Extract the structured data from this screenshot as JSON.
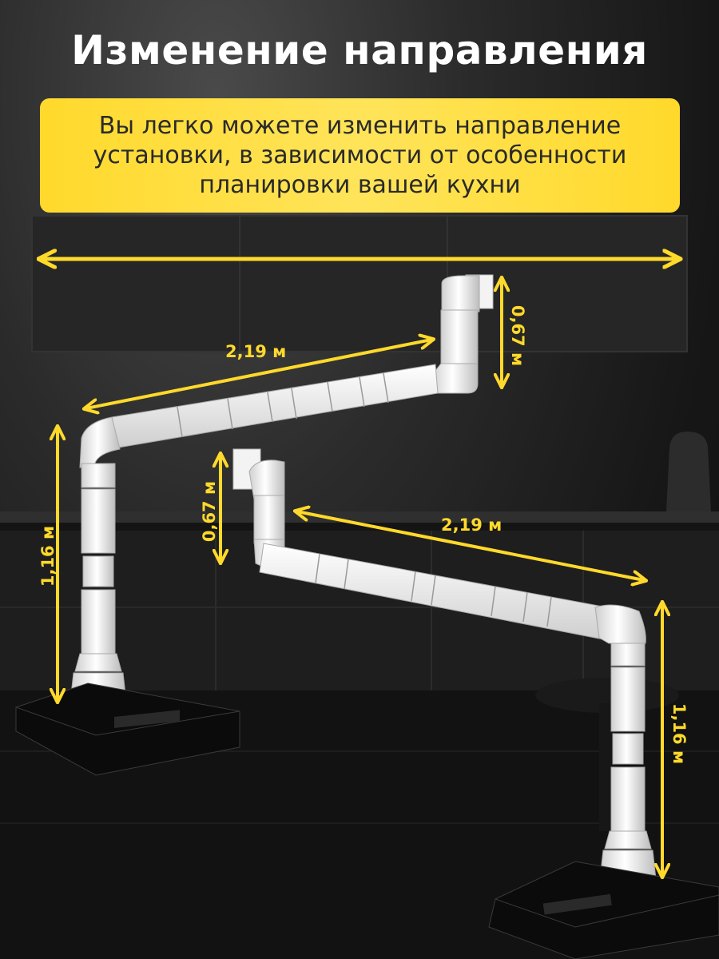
{
  "header": {
    "title": "Изменение направления",
    "subtitle": "Вы легко можете изменить направление установки, в зависимости от особенности планировки вашей кухни"
  },
  "dimensions": {
    "upper_horizontal": "2,19 м",
    "upper_vertical_right": "0,67 м",
    "upper_vertical_left": "1,16 м",
    "lower_vertical_left": "0,67 м",
    "lower_horizontal": "2,19 м",
    "lower_vertical_right": "1,16 м"
  },
  "colors": {
    "accent": "#ffd92b",
    "background": "#1d1d1d",
    "duct": "#f2f2f2",
    "hood": "#0b0b0b"
  }
}
